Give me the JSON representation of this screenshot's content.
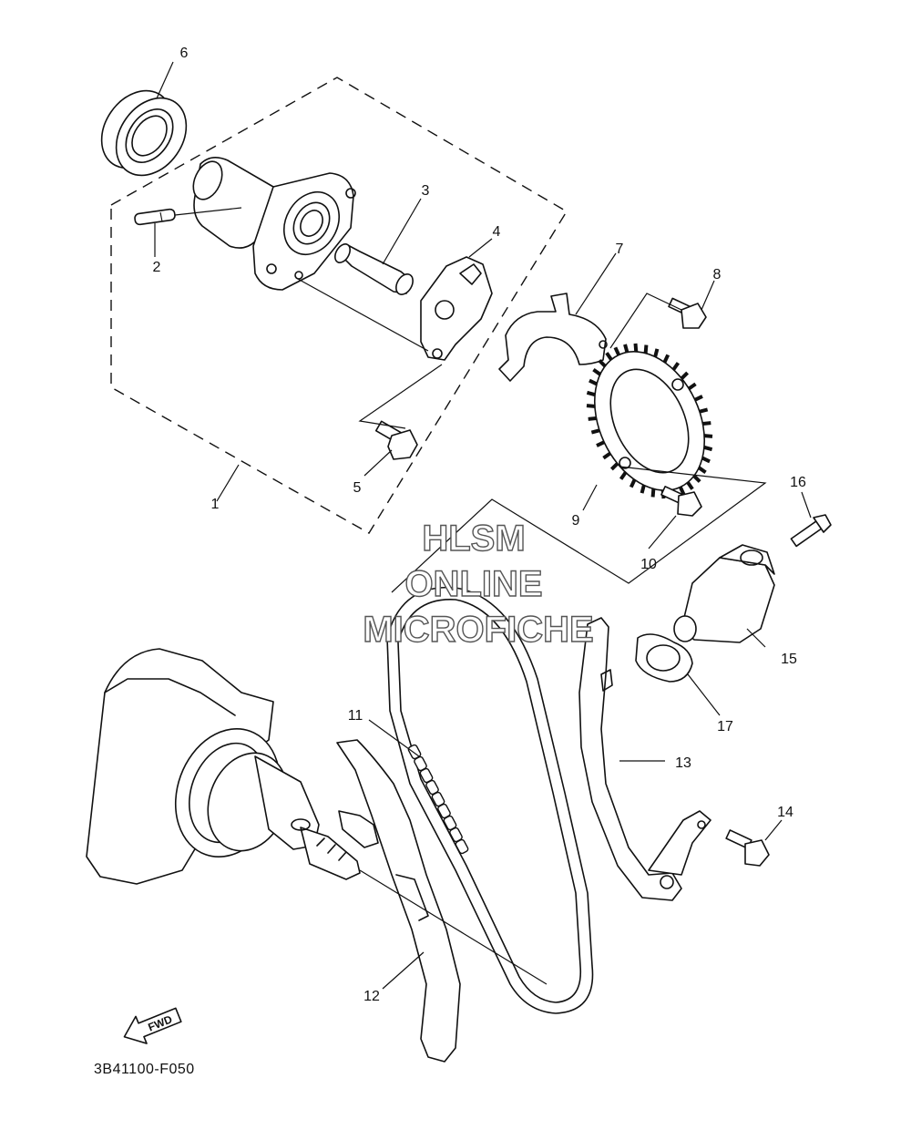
{
  "diagram_code": "3B41100-F050",
  "watermark": [
    "HLSM",
    "ONLINE",
    "MICROFICHE"
  ],
  "fwd_label": "FWD",
  "callouts": [
    {
      "id": "1",
      "label": "1"
    },
    {
      "id": "2",
      "label": "2"
    },
    {
      "id": "3",
      "label": "3"
    },
    {
      "id": "4",
      "label": "4"
    },
    {
      "id": "5",
      "label": "5"
    },
    {
      "id": "6",
      "label": "6"
    },
    {
      "id": "7",
      "label": "7"
    },
    {
      "id": "8",
      "label": "8"
    },
    {
      "id": "9",
      "label": "9"
    },
    {
      "id": "10",
      "label": "10"
    },
    {
      "id": "11",
      "label": "11"
    },
    {
      "id": "12",
      "label": "12"
    },
    {
      "id": "13",
      "label": "13"
    },
    {
      "id": "14",
      "label": "14"
    },
    {
      "id": "15",
      "label": "15"
    },
    {
      "id": "16",
      "label": "16"
    },
    {
      "id": "17",
      "label": "17"
    }
  ]
}
